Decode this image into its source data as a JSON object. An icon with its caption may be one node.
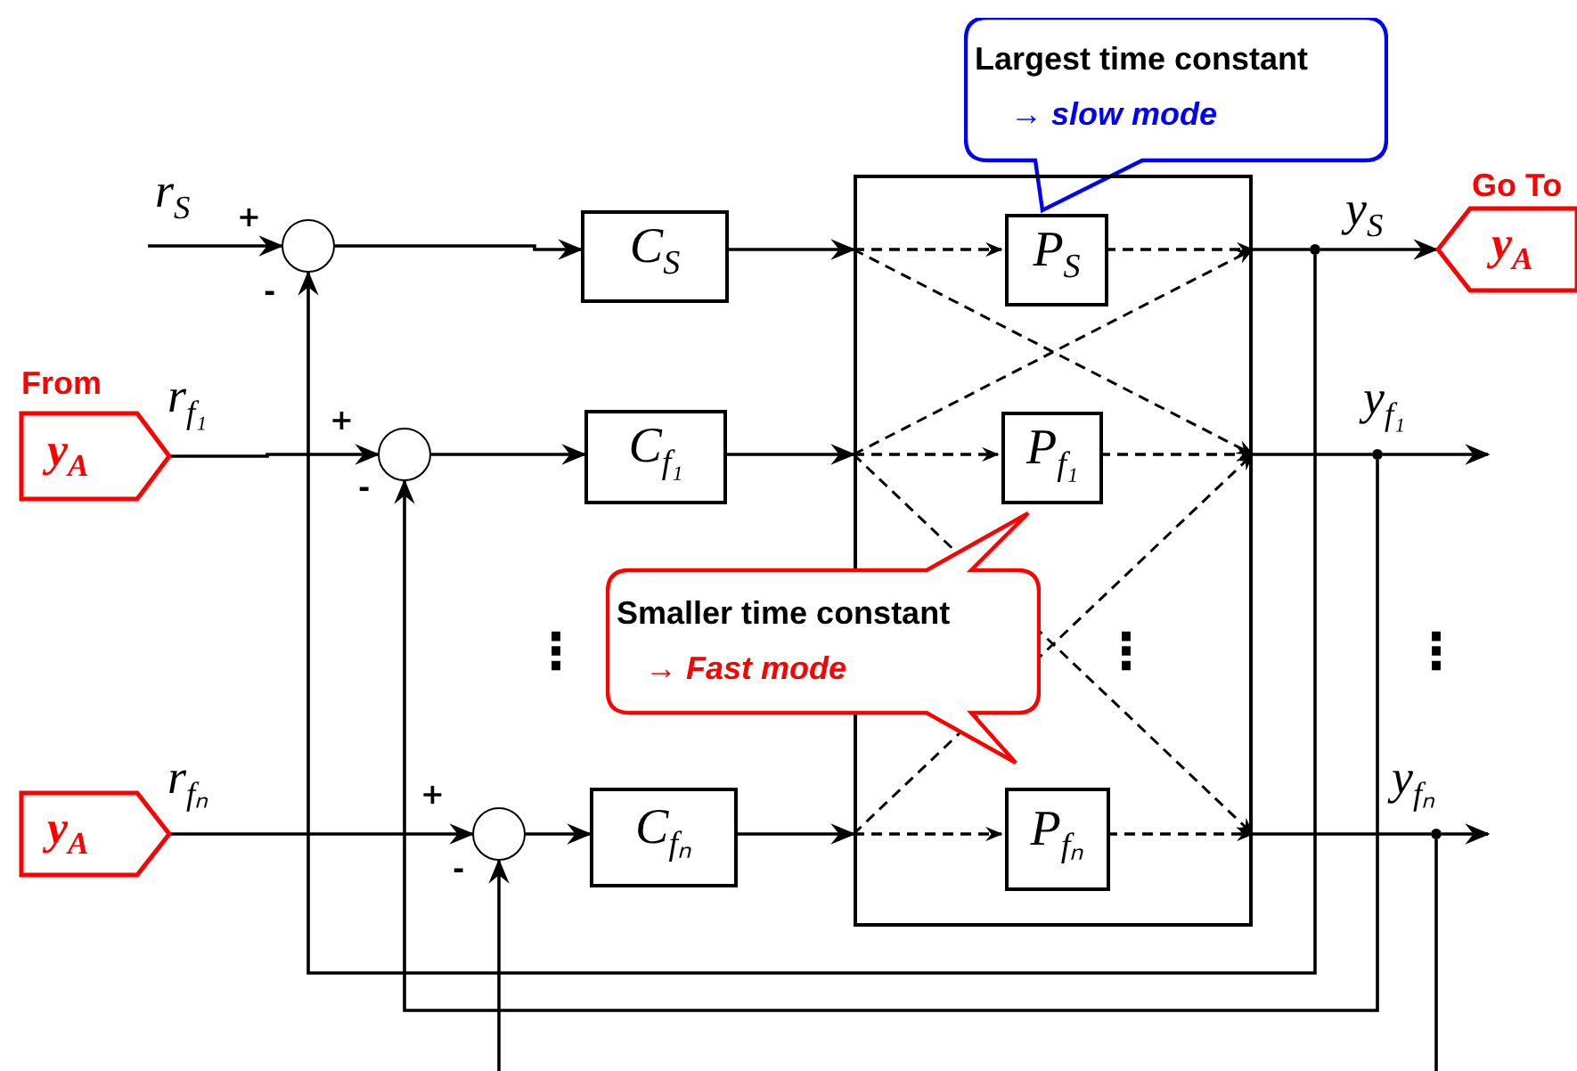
{
  "diagram": {
    "nodes": [
      {
        "text": [
          "Largest time constant",
          "→ slow mode"
        ]
      },
      {
        "text": [
          "Go To",
          "y$_{A}$"
        ]
      },
      {
        "text": [
          "From",
          "y$_{A}$"
        ]
      },
      {
        "text": [],
        "shape": "circle"
      },
      {
        "text": [
          "C$_{S}$"
        ]
      },
      {
        "text": [],
        "shape": "box"
      },
      {
        "text": [
          "P$_{S}$"
        ],
        "in": 5
      },
      {
        "text": [],
        "shape": "circle"
      },
      {
        "text": [
          "C$_{f₁}$"
        ]
      },
      {
        "text": [
          "P$_{f₁}$"
        ],
        "in": 5
      },
      {
        "text": [
          "Smaller time constant",
          "→ Fast mode"
        ]
      },
      {
        "text": [
          "y$_{A}$"
        ]
      },
      {
        "text": [],
        "shape": "circle"
      },
      {
        "text": [
          "C$_{fₙ}$"
        ]
      },
      {
        "text": [
          "P$_{fₙ}$"
        ],
        "in": 5
      },
      {
        "text": [],
        "shape": "dot"
      },
      {
        "text": [],
        "shape": "dot"
      },
      {
        "text": [],
        "shape": "dot"
      }
    ],
    "edges": [
      {
        "from": null,
        "to": 3,
        "arrow": "to",
        "label": "r$_{S}$"
      },
      {
        "from": 3,
        "to": 4,
        "arrow": "to"
      },
      {
        "from": 4,
        "to": 5,
        "arrow": "to"
      },
      {
        "from": 5,
        "to": 6,
        "arrow": "to",
        "style": "dashed"
      },
      {
        "from": 6,
        "to": 5,
        "arrow": "to",
        "style": "dashed"
      },
      {
        "from": 5,
        "to": 15,
        "arrow": "none"
      },
      {
        "from": 15,
        "to": 1,
        "arrow": "to",
        "label": "y$_{S}$"
      },
      {
        "from": 15,
        "to": 3,
        "arrow": "to"
      },
      {
        "from": 2,
        "to": 7,
        "arrow": "to",
        "label": "r$_{f₁}$"
      },
      {
        "from": 7,
        "to": 8,
        "arrow": "to"
      },
      {
        "from": 8,
        "to": 5,
        "arrow": "to"
      },
      {
        "from": 5,
        "to": 9,
        "arrow": "to",
        "style": "dashed"
      },
      {
        "from": 9,
        "to": 5,
        "arrow": "to",
        "style": "dashed"
      },
      {
        "from": 5,
        "to": 16,
        "arrow": "none"
      },
      {
        "from": 16,
        "to": null,
        "arrow": "to",
        "label": "y$_{f₁}$"
      },
      {
        "from": 16,
        "to": 7,
        "arrow": "to"
      },
      {
        "from": 11,
        "to": 12,
        "arrow": "to",
        "label": "r$_{fₙ}$"
      },
      {
        "from": 12,
        "to": 13,
        "arrow": "to"
      },
      {
        "from": 13,
        "to": 5,
        "arrow": "to"
      },
      {
        "from": 5,
        "to": 14,
        "arrow": "to",
        "style": "dashed"
      },
      {
        "from": 14,
        "to": 5,
        "arrow": "to",
        "style": "dashed"
      },
      {
        "from": 5,
        "to": 17,
        "arrow": "none"
      },
      {
        "from": 17,
        "to": null,
        "arrow": "to",
        "label": "y$_{fₙ}$"
      },
      {
        "from": 17,
        "to": null,
        "arrow": "none"
      },
      {
        "from": null,
        "to": 12,
        "arrow": "to"
      }
    ],
    "labels": [
      "+",
      "-",
      "+",
      "-",
      "⋮",
      "⋮",
      "⋮",
      "+",
      "-"
    ]
  }
}
